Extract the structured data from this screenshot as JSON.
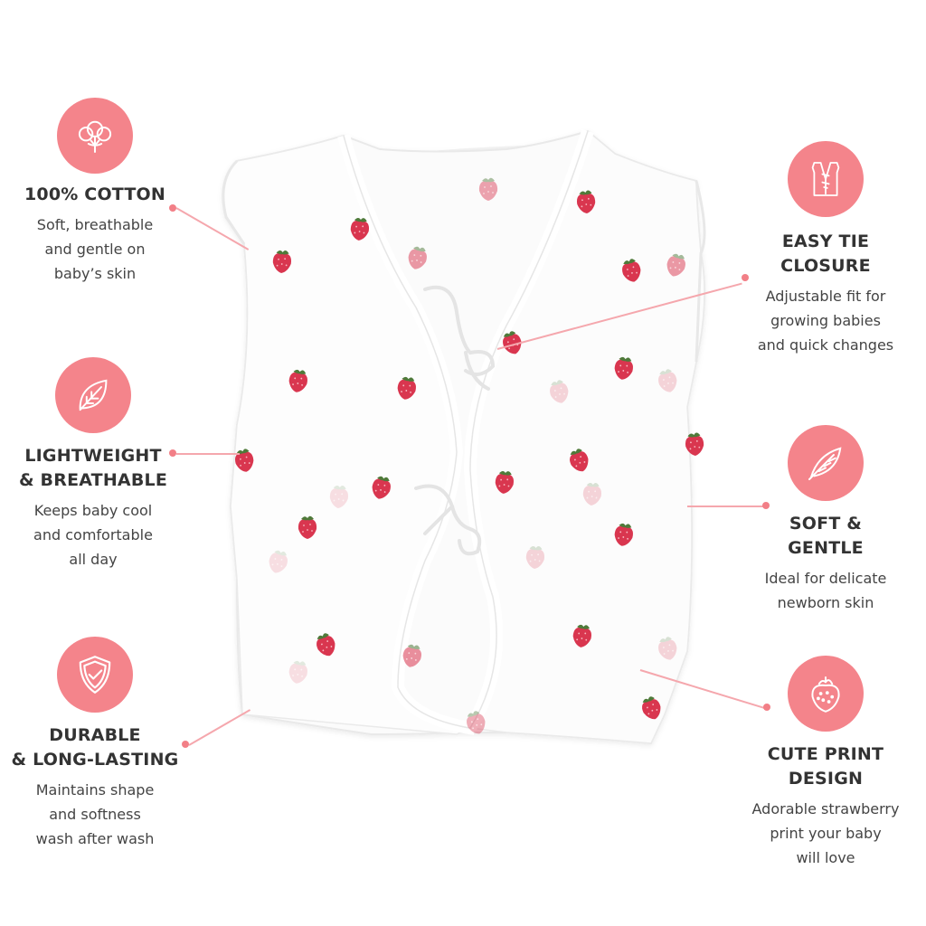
{
  "colors": {
    "accent": "#f4848b",
    "connector": "#f5a7ad",
    "strawberry": "#d9364f"
  },
  "features": {
    "cotton": {
      "title1": "100% COTTON",
      "title2": "",
      "desc1": "Soft, breathable",
      "desc2": "and gentle on",
      "desc3": "baby’s skin",
      "icon": "cotton-flower-icon"
    },
    "light": {
      "title1": "LIGHTWEIGHT",
      "title2": "& BREATHABLE",
      "desc1": "Keeps baby cool",
      "desc2": "and comfortable",
      "desc3": "all day",
      "icon": "leaf-icon"
    },
    "durable": {
      "title1": "DURABLE",
      "title2": "& LONG-LASTING",
      "desc1": "Maintains shape",
      "desc2": "and softness",
      "desc3": "wash after wash",
      "icon": "shield-check-icon"
    },
    "tie": {
      "title1": "EASY TIE",
      "title2": "CLOSURE",
      "desc1": "Adjustable fit for",
      "desc2": "growing babies",
      "desc3": "and quick changes",
      "icon": "tie-vest-icon"
    },
    "soft": {
      "title1": "SOFT &",
      "title2": "GENTLE",
      "desc1": "Ideal for delicate",
      "desc2": "newborn skin",
      "desc3": "",
      "icon": "feather-icon"
    },
    "print": {
      "title1": "CUTE PRINT",
      "title2": "DESIGN",
      "desc1": "Adorable strawberry",
      "desc2": "print your baby",
      "desc3": "will love",
      "icon": "strawberry-icon"
    }
  }
}
